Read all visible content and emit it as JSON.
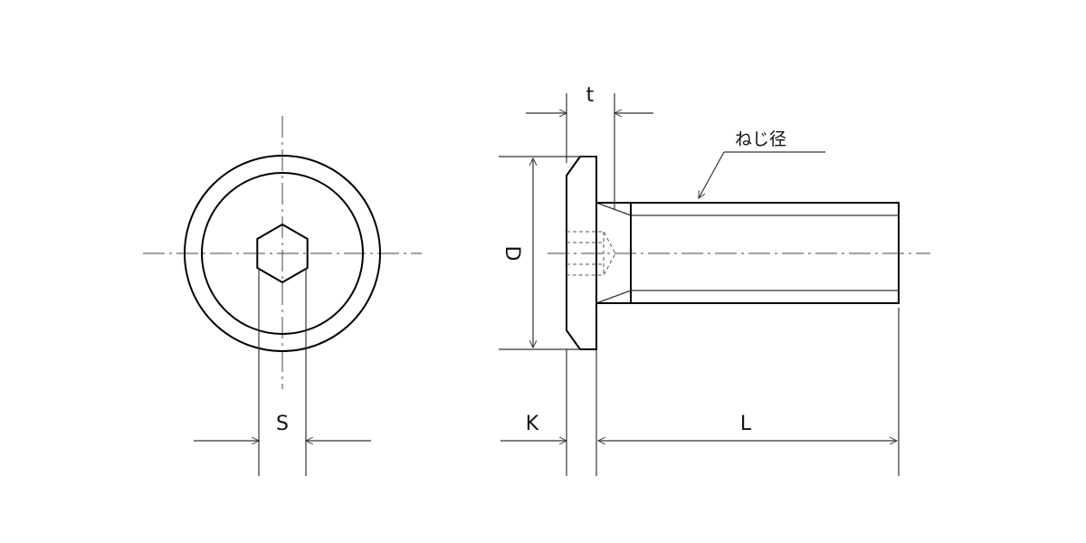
{
  "labels": {
    "s": "S",
    "d": "D",
    "t": "t",
    "k": "K",
    "l": "L",
    "thread_diameter": "ねじ径"
  }
}
